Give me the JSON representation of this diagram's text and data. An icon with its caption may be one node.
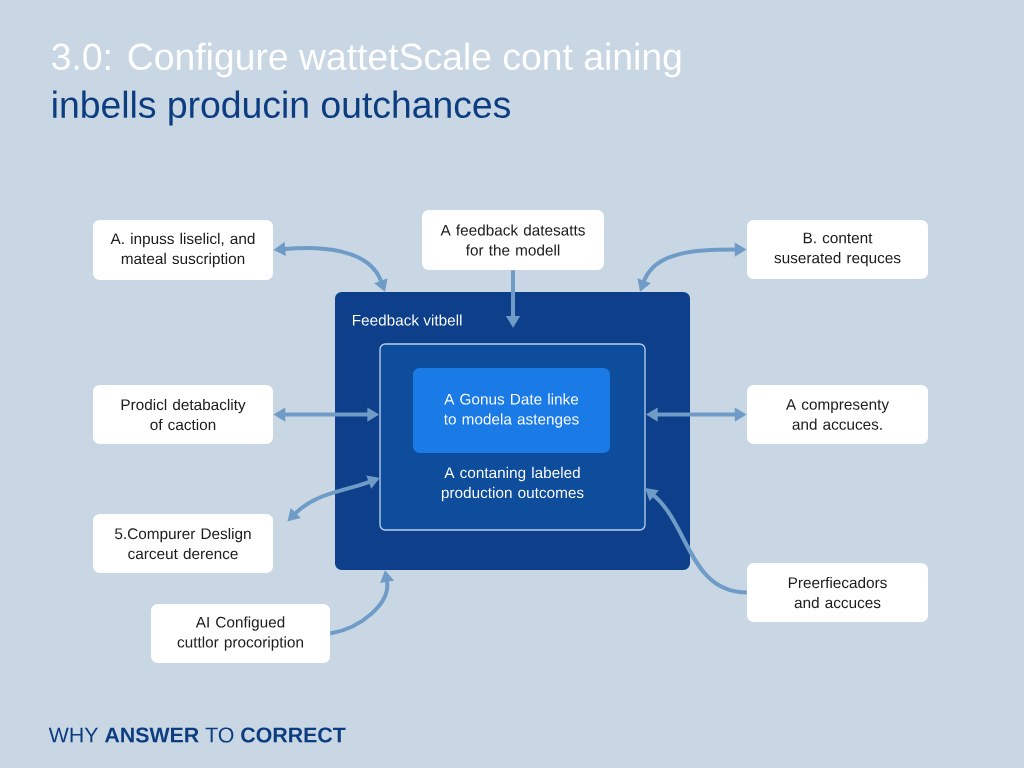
{
  "diagram": {
    "title": "3.0: Configure wattetScale cont aining",
    "nodes": [
      {
        "text": [
          "A. inpuss liselicl, and mateal suscription"
        ]
      },
      {
        "text": [
          "A feedback datesatts for the modell"
        ]
      },
      {
        "text": [
          "B. content suserated requces"
        ]
      },
      {
        "text": [
          "Feedback vitbell"
        ]
      },
      {
        "text": [
          "A contaning labeled production outcomes"
        ],
        "in": 3
      },
      {
        "text": [
          "A Gonus Date linke to modela astenges"
        ],
        "in": 4
      },
      {
        "text": [
          "Prodicl detabaclity of caction"
        ]
      },
      {
        "text": [
          "A compresenty and accuces."
        ]
      },
      {
        "text": [
          "5.Compurer Deslign carceut derence"
        ]
      },
      {
        "text": [
          "AI Configued cuttlor procoription"
        ]
      },
      {
        "text": [
          "Preerfiecadors and accuces"
        ]
      }
    ],
    "edges": [
      {
        "from": 0,
        "to": 3,
        "arrow": "both"
      },
      {
        "from": 1,
        "to": 3,
        "arrow": "to"
      },
      {
        "from": 2,
        "to": 3,
        "arrow": "both"
      },
      {
        "from": 6,
        "to": 4,
        "arrow": "both"
      },
      {
        "from": 7,
        "to": 4,
        "arrow": "both"
      },
      {
        "from": 8,
        "to": 4,
        "arrow": "both"
      },
      {
        "from": 9,
        "to": 3,
        "arrow": "to"
      },
      {
        "from": 10,
        "to": 4,
        "arrow": "to"
      }
    ],
    "labels": [
      "inbells producin outchances",
      "WHY **ANSWER** TO **CORRECT**"
    ]
  }
}
